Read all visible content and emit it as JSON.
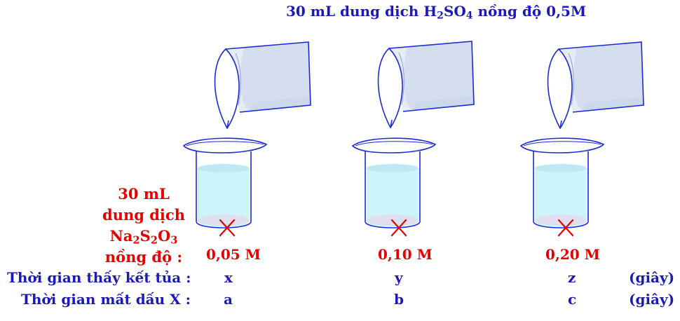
{
  "title": {
    "prefix": "30 mL dung dịch H",
    "sub1": "2",
    "mid": "SO",
    "sub2": "4",
    "suffix": " nồng độ 0,5M"
  },
  "left_label": {
    "line1": "30 mL",
    "line2": "dung dịch",
    "na": "Na",
    "na_sub": "2",
    "s": "S",
    "s_sub": "2",
    "o": "O",
    "o_sub": "3",
    "line4": "nồng độ  :"
  },
  "concentrations": [
    "0,05 M",
    "0,10 M",
    "0,20 M"
  ],
  "rows": {
    "precipitate_label": "Thời gian thấy kết tủa :",
    "precipitate_values": [
      "x",
      "y",
      "z"
    ],
    "disappear_label": "Thời gian mất dấu X :",
    "disappear_values": [
      "a",
      "b",
      "c"
    ],
    "unit": "(giây)"
  },
  "colors": {
    "text_blue": "#1a1ab8",
    "text_red": "#e60000",
    "liquid": "#cdf3fb",
    "glass_outline": "#1a2ad8",
    "marker": "#e60000"
  },
  "icons": [
    "pouring-beaker-icon",
    "receiving-beaker-icon",
    "x-mark-icon"
  ]
}
